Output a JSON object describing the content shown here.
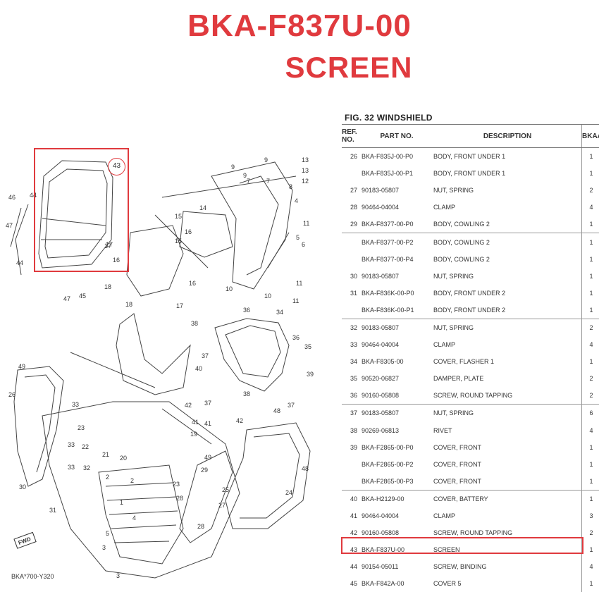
{
  "header": {
    "part_number": "BKA-F837U-00",
    "part_name": "SCREEN"
  },
  "figure": {
    "title": "FIG. 32  WINDSHIELD",
    "callout_ref": "43",
    "diagram_code": "BKA*700-Y320",
    "fwd_label": "FWD"
  },
  "table": {
    "headers": {
      "ref": "REF.",
      "ref2": "NO.",
      "part": "PART NO.",
      "desc": "DESCRIPTION",
      "qty": "BKAA"
    },
    "rows": [
      {
        "ref": "26",
        "part": "BKA-F835J-00-P0",
        "desc": "BODY, FRONT UNDER 1",
        "qty": "1",
        "grp": false
      },
      {
        "ref": "",
        "part": "BKA-F835J-00-P1",
        "desc": "BODY, FRONT UNDER 1",
        "qty": "1",
        "grp": false
      },
      {
        "ref": "27",
        "part": "90183-05807",
        "desc": "NUT, SPRING",
        "qty": "2",
        "grp": false
      },
      {
        "ref": "28",
        "part": "90464-04004",
        "desc": "CLAMP",
        "qty": "4",
        "grp": false
      },
      {
        "ref": "29",
        "part": "BKA-F8377-00-P0",
        "desc": "BODY, COWLING 2",
        "qty": "1",
        "grp": false
      },
      {
        "ref": "",
        "part": "BKA-F8377-00-P2",
        "desc": "BODY, COWLING 2",
        "qty": "1",
        "grp": true
      },
      {
        "ref": "",
        "part": "BKA-F8377-00-P4",
        "desc": "BODY, COWLING 2",
        "qty": "1",
        "grp": false
      },
      {
        "ref": "30",
        "part": "90183-05807",
        "desc": "NUT, SPRING",
        "qty": "1",
        "grp": false
      },
      {
        "ref": "31",
        "part": "BKA-F836K-00-P0",
        "desc": "BODY, FRONT UNDER 2",
        "qty": "1",
        "grp": false
      },
      {
        "ref": "",
        "part": "BKA-F836K-00-P1",
        "desc": "BODY, FRONT UNDER 2",
        "qty": "1",
        "grp": false
      },
      {
        "ref": "32",
        "part": "90183-05807",
        "desc": "NUT, SPRING",
        "qty": "2",
        "grp": true
      },
      {
        "ref": "33",
        "part": "90464-04004",
        "desc": "CLAMP",
        "qty": "4",
        "grp": false
      },
      {
        "ref": "34",
        "part": "BKA-F8305-00",
        "desc": "COVER, FLASHER 1",
        "qty": "1",
        "grp": false
      },
      {
        "ref": "35",
        "part": "90520-06827",
        "desc": "DAMPER, PLATE",
        "qty": "2",
        "grp": false
      },
      {
        "ref": "36",
        "part": "90160-05808",
        "desc": "SCREW, ROUND TAPPING",
        "qty": "2",
        "grp": false
      },
      {
        "ref": "37",
        "part": "90183-05807",
        "desc": "NUT, SPRING",
        "qty": "6",
        "grp": true
      },
      {
        "ref": "38",
        "part": "90269-06813",
        "desc": "RIVET",
        "qty": "4",
        "grp": false
      },
      {
        "ref": "39",
        "part": "BKA-F2865-00-P0",
        "desc": "COVER, FRONT",
        "qty": "1",
        "grp": false
      },
      {
        "ref": "",
        "part": "BKA-F2865-00-P2",
        "desc": "COVER, FRONT",
        "qty": "1",
        "grp": false
      },
      {
        "ref": "",
        "part": "BKA-F2865-00-P3",
        "desc": "COVER, FRONT",
        "qty": "1",
        "grp": false
      },
      {
        "ref": "40",
        "part": "BKA-H2129-00",
        "desc": "COVER, BATTERY",
        "qty": "1",
        "grp": true
      },
      {
        "ref": "41",
        "part": "90464-04004",
        "desc": "CLAMP",
        "qty": "3",
        "grp": false
      },
      {
        "ref": "42",
        "part": "90160-05808",
        "desc": "SCREW, ROUND TAPPING",
        "qty": "2",
        "grp": false
      },
      {
        "ref": "43",
        "part": "BKA-F837U-00",
        "desc": "SCREEN",
        "qty": "1",
        "grp": false
      },
      {
        "ref": "44",
        "part": "90154-05011",
        "desc": "SCREW, BINDING",
        "qty": "4",
        "grp": false
      },
      {
        "ref": "45",
        "part": "BKA-F842A-00",
        "desc": "COVER 5",
        "qty": "1",
        "grp": false
      }
    ]
  },
  "diagram_labels": [
    {
      "t": "13"
    },
    {
      "t": "13"
    },
    {
      "t": "12"
    },
    {
      "t": "9"
    },
    {
      "t": "9"
    },
    {
      "t": "9"
    },
    {
      "t": "7"
    },
    {
      "t": "7"
    },
    {
      "t": "8"
    },
    {
      "t": "4"
    },
    {
      "t": "11"
    },
    {
      "t": "14"
    },
    {
      "t": "15"
    },
    {
      "t": "15"
    },
    {
      "t": "16"
    },
    {
      "t": "16"
    },
    {
      "t": "17"
    },
    {
      "t": "17"
    },
    {
      "t": "18"
    },
    {
      "t": "18"
    },
    {
      "t": "5"
    },
    {
      "t": "6"
    },
    {
      "t": "10"
    },
    {
      "t": "10"
    },
    {
      "t": "11"
    },
    {
      "t": "11"
    },
    {
      "t": "44"
    },
    {
      "t": "44"
    },
    {
      "t": "45"
    },
    {
      "t": "46"
    },
    {
      "t": "47"
    },
    {
      "t": "47"
    },
    {
      "t": "17"
    },
    {
      "t": "16"
    },
    {
      "t": "34"
    },
    {
      "t": "35"
    },
    {
      "t": "36"
    },
    {
      "t": "36"
    },
    {
      "t": "37"
    },
    {
      "t": "37"
    },
    {
      "t": "37"
    },
    {
      "t": "38"
    },
    {
      "t": "38"
    },
    {
      "t": "39"
    },
    {
      "t": "40"
    },
    {
      "t": "41"
    },
    {
      "t": "41"
    },
    {
      "t": "42"
    },
    {
      "t": "42"
    },
    {
      "t": "49"
    },
    {
      "t": "26"
    },
    {
      "t": "33"
    },
    {
      "t": "33"
    },
    {
      "t": "23"
    },
    {
      "t": "23"
    },
    {
      "t": "22"
    },
    {
      "t": "21"
    },
    {
      "t": "20"
    },
    {
      "t": "19"
    },
    {
      "t": "32"
    },
    {
      "t": "33"
    },
    {
      "t": "30"
    },
    {
      "t": "31"
    },
    {
      "t": "2"
    },
    {
      "t": "2"
    },
    {
      "t": "1"
    },
    {
      "t": "3"
    },
    {
      "t": "3"
    },
    {
      "t": "4"
    },
    {
      "t": "5"
    },
    {
      "t": "24"
    },
    {
      "t": "25"
    },
    {
      "t": "27"
    },
    {
      "t": "28"
    },
    {
      "t": "28"
    },
    {
      "t": "29"
    },
    {
      "t": "48"
    },
    {
      "t": "48"
    },
    {
      "t": "49"
    }
  ]
}
